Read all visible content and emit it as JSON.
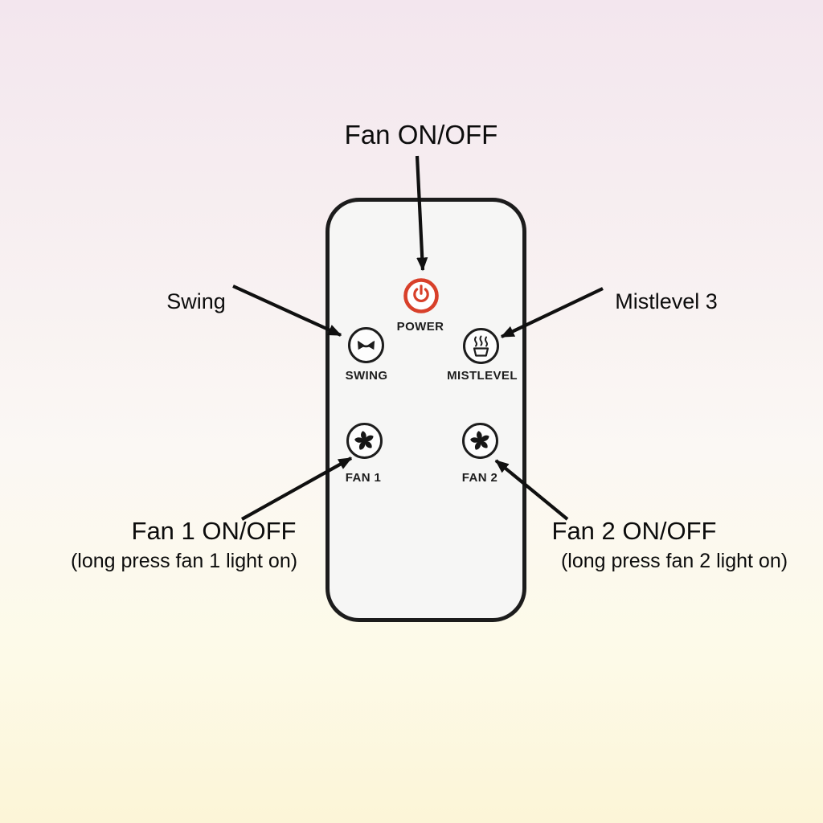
{
  "remote": {
    "power_label": "POWER",
    "swing_label": "SWING",
    "mist_label": "MISTLEVEL",
    "fan1_label": "FAN 1",
    "fan2_label": "FAN 2"
  },
  "annotations": {
    "power": "Fan ON/OFF",
    "swing": "Swing",
    "mist": "Mistlevel 3",
    "fan1_title": "Fan 1 ON/OFF",
    "fan1_note": "(long press fan 1 light on)",
    "fan2_title": "Fan 2 ON/OFF",
    "fan2_note": "(long press fan 2 light on)"
  },
  "icons": {
    "power": "power-icon",
    "swing": "swing-oscillate-icon",
    "mist": "mist-steam-icon",
    "fan1": "fan-blades-icon",
    "fan2": "fan-blades-icon"
  },
  "colors": {
    "power_red": "#d8402a",
    "arrow": "#101010",
    "outline": "#1c1c1c",
    "remote_body": "#f6f6f5",
    "bg_top": "#f3e6ee",
    "bg_mid": "#fbf8f4",
    "bg_bottom": "#fcf5d7"
  }
}
